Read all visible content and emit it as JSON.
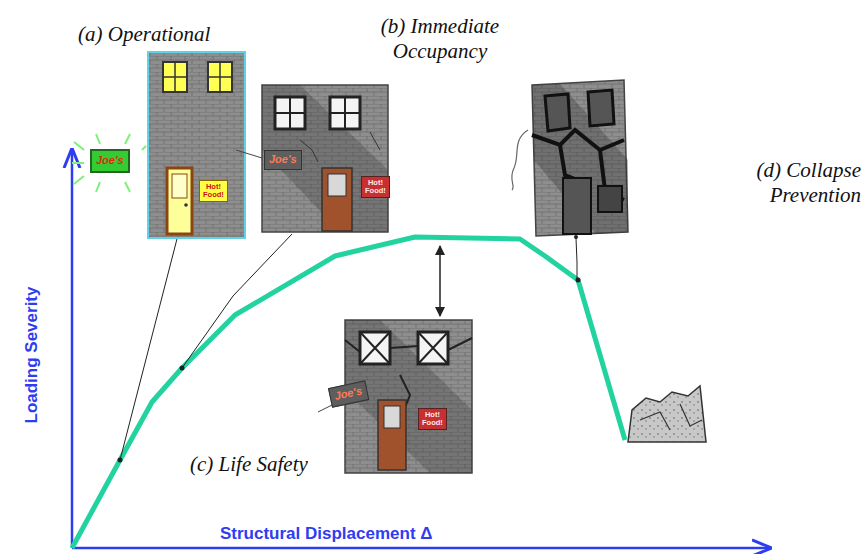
{
  "diagram": {
    "nodes": [
      {
        "text": [
          "Joe's"
        ]
      },
      {
        "text": [
          "Hot! Food!"
        ]
      },
      {
        "text": [
          "Joe's"
        ]
      },
      {
        "text": [
          "Hot! Food!"
        ]
      },
      {
        "text": [
          "Joe's"
        ]
      },
      {
        "text": [
          "Hot! Food!"
        ]
      }
    ],
    "labels": [
      "(a) Operational",
      "(b) Immediate Occupancy",
      "(d) Collapse Prevention",
      "(c) Life Safety",
      "Loading Severity",
      "Structural Displacement Δ"
    ]
  }
}
